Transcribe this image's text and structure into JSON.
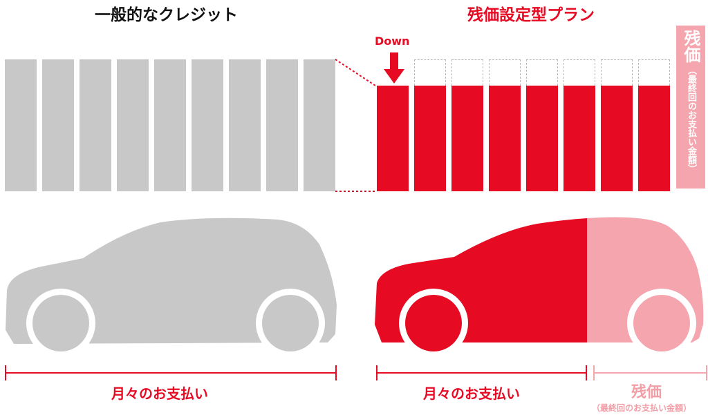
{
  "left": {
    "title": "一般的なクレジット",
    "caption": "月々のお支払い"
  },
  "right": {
    "title": "残価設定型プラン",
    "down_label": "Down",
    "caption_monthly": "月々のお支払い",
    "caption_residual": "残価",
    "caption_residual_note": "（最終回のお支払い金額）"
  },
  "side_label": {
    "main": "残価",
    "note": "（最終回のお支払い金額）"
  },
  "colors": {
    "red": "#e60b23",
    "gray": "#c8c8c8",
    "pink": "#f4a5ad"
  },
  "icons": [
    "down-arrow-icon",
    "car-icon"
  ]
}
